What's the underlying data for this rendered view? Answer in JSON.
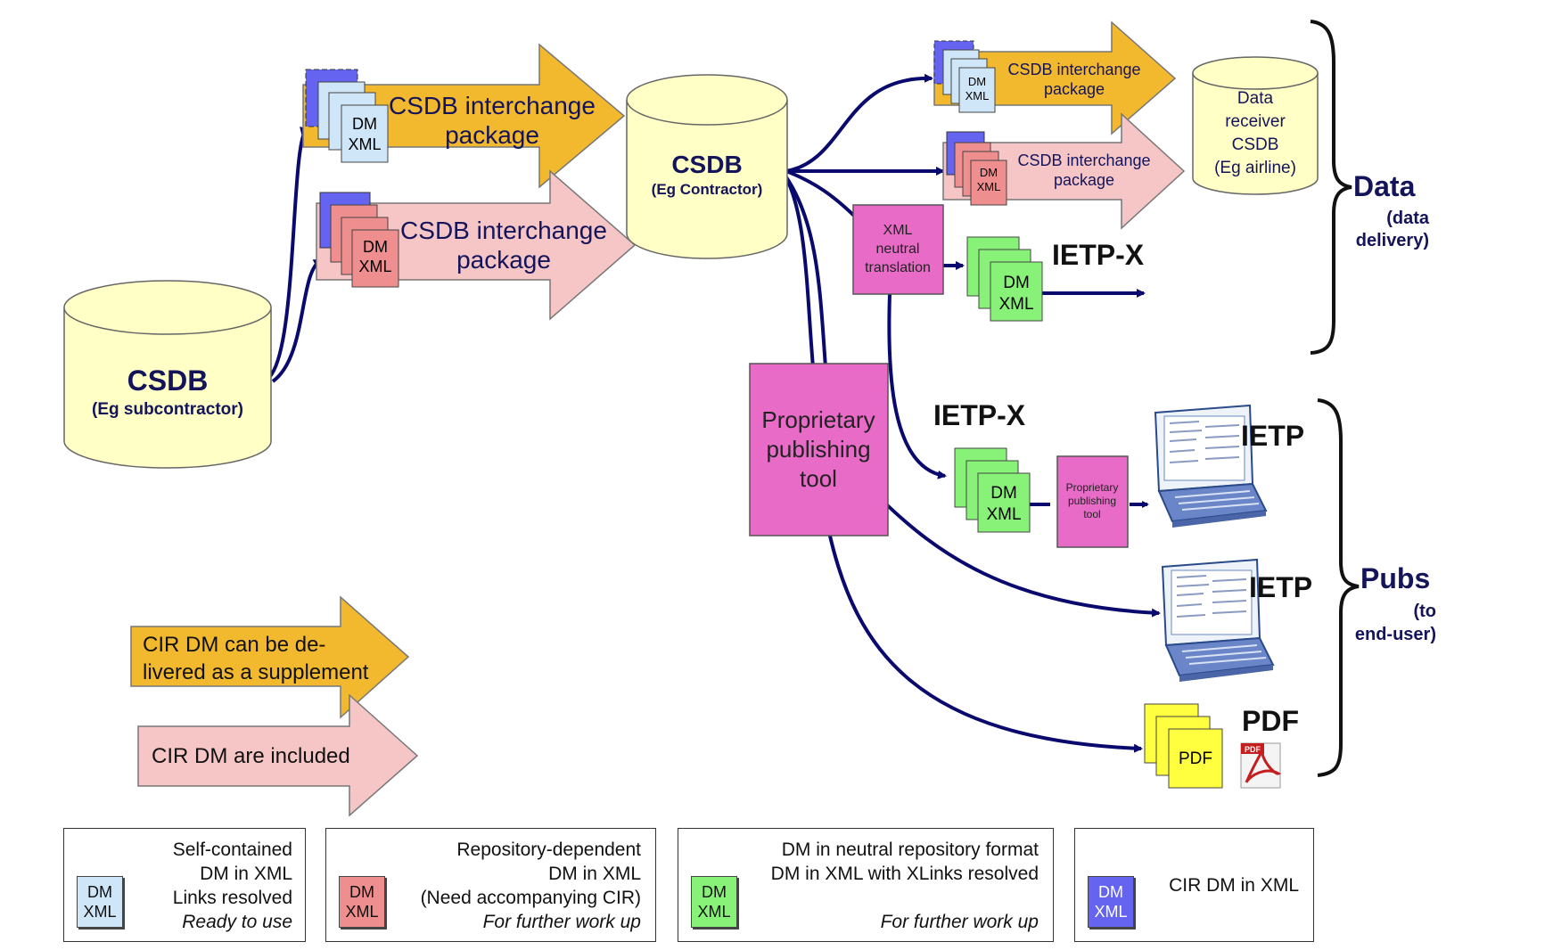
{
  "colors": {
    "orange": "#F2B92F",
    "pink": "#F6C6C6",
    "magenta": "#E96BC8",
    "cream": "#FFFFC6",
    "doc_blue": "#CFE6F8",
    "doc_red": "#EE8E8E",
    "doc_green": "#88F278",
    "doc_purple": "#6464F0",
    "doc_yellow": "#FFFF40",
    "navy": "#0A0A6E"
  },
  "csdb_sub": {
    "title": "CSDB",
    "subtitle": "(Eg subcontractor)"
  },
  "csdb_contractor": {
    "title": "CSDB",
    "subtitle": "(Eg Contractor)"
  },
  "receiver": {
    "lines": [
      "Data",
      "receiver",
      "CSDB",
      "(Eg airline)"
    ]
  },
  "package_label": {
    "line1": "CSDB interchange",
    "line2": "package"
  },
  "doc_label": {
    "line1": "DM",
    "line2": "XML"
  },
  "pdf_label": "PDF",
  "xml_translation": {
    "lines": [
      "XML",
      "neutral",
      "translation"
    ]
  },
  "proprietary_big": {
    "lines": [
      "Proprietary",
      "publishing",
      "tool"
    ]
  },
  "proprietary_small": {
    "lines": [
      "Proprietary",
      "publishing",
      "tool"
    ]
  },
  "ietpx_label": "IETP-X",
  "ietp_label": "IETP",
  "pdf_output_label": "PDF",
  "acrobat_badge": "PDF",
  "groups": {
    "data": {
      "title": "Data",
      "sub1": "(data",
      "sub2": "delivery)"
    },
    "pubs": {
      "title": "Pubs",
      "sub1": "(to",
      "sub2": "end-user)"
    }
  },
  "arrow_legend": {
    "supplement": [
      "CIR DM can be de-",
      "livered as a supplement"
    ],
    "included": "CIR DM are included"
  },
  "legend": [
    {
      "lines": [
        "Self-contained",
        "DM in XML",
        "Links resolved"
      ],
      "italic": "Ready to use",
      "icon": [
        "DM",
        "XML"
      ]
    },
    {
      "lines": [
        "Repository-dependent",
        "DM in XML",
        "(Need accompanying CIR)"
      ],
      "italic": "For further work up",
      "icon": [
        "DM",
        "XML"
      ]
    },
    {
      "lines": [
        "DM in neutral repository format",
        "DM in XML with XLinks resolved"
      ],
      "italic": "For further work up",
      "icon": [
        "DM",
        "XML"
      ]
    },
    {
      "lines": [
        "CIR DM in XML"
      ],
      "icon": [
        "DM",
        "XML"
      ]
    }
  ]
}
